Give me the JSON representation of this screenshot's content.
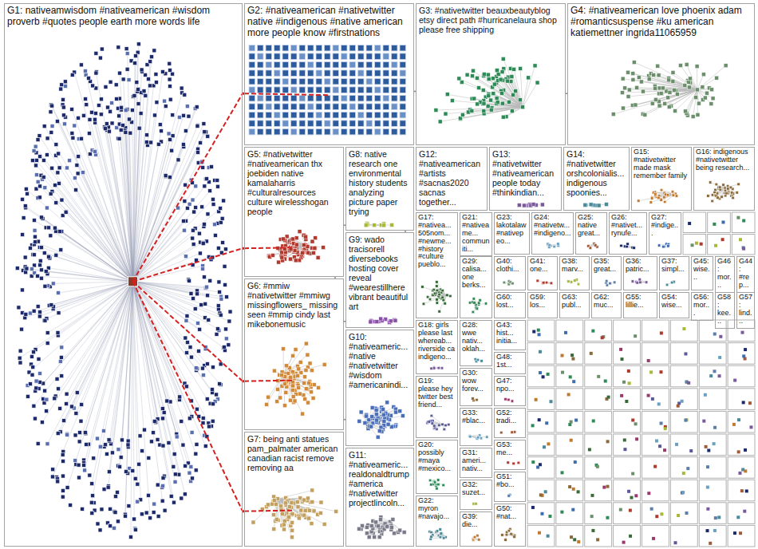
{
  "diagram": {
    "nodes": [
      {
        "text": [
          "G1: nativeamwisdom #nativeamerican #wisdom proverb #quotes people earth more words life"
        ]
      },
      {
        "text": [
          "G2: #nativeamerican #nativetwitter native #indigenous #native american more people know #firstnations"
        ]
      },
      {
        "text": [
          "G3: #nativetwitter beauxbeautyblog etsy direct path #hurricanelaura shop please free shipping"
        ]
      },
      {
        "text": [
          "G4: #nativeamerican love phoenix adam #romanticsuspense #ku american katiemettner ingrida11065959"
        ]
      },
      {
        "text": [
          "G5: #nativetwitter #nativeamerican thx joebiden native kamalaharris #culturalresources culture wirelesshogan people"
        ]
      },
      {
        "text": [
          "G8: native research one environmental history students analyzing picture paper trying"
        ]
      },
      {
        "text": [
          "G12: #nativeamerican #artists #sacnas2020 sacnas together..."
        ]
      },
      {
        "text": [
          "G13: #nativetwitter #nativeamerican people today #thinkindian..."
        ]
      },
      {
        "text": [
          "G14: #nativetwitter orshcolonialis... indigenous spoonies..."
        ]
      },
      {
        "text": [
          "G15: #nativetwitter made mask remember family"
        ]
      },
      {
        "text": [
          "G16: indigenous #nativetwitter being research..."
        ]
      },
      {
        "text": [
          "G17: #nativea... 505nom... #newme... #history #culture pueblo..."
        ]
      },
      {
        "text": [
          "G21: #nativeame... communiti..."
        ]
      },
      {
        "text": [
          "G23: lakotalaw #nativepeo..."
        ]
      },
      {
        "text": [
          "G24: #nativetw... #indigeno..."
        ]
      },
      {
        "text": [
          "G25: native great..."
        ]
      },
      {
        "text": [
          "G26: #nativet... rynufe..."
        ]
      },
      {
        "text": [
          "G27: #indige..."
        ]
      },
      {
        "text": [
          "G29: calisa... one berks..."
        ]
      },
      {
        "text": [
          "G40: clothi..."
        ]
      },
      {
        "text": [
          "G41: one..."
        ]
      },
      {
        "text": [
          "G38: marv..."
        ]
      },
      {
        "text": [
          "G35: great..."
        ]
      },
      {
        "text": [
          "G36: patric..."
        ]
      },
      {
        "text": [
          "G37: simpl..."
        ]
      },
      {
        "text": [
          "G45: wise..."
        ]
      },
      {
        "text": [
          "G46: mor..."
        ]
      },
      {
        "text": [
          "G44: #rep..."
        ]
      },
      {
        "text": [
          "G60: lost..."
        ]
      },
      {
        "text": [
          "G59: los..."
        ]
      },
      {
        "text": [
          "G63: publ..."
        ]
      },
      {
        "text": [
          "G62: muc..."
        ]
      },
      {
        "text": [
          "G55: lillie..."
        ]
      },
      {
        "text": [
          "G54: wise..."
        ]
      },
      {
        "text": [
          "G56: mor..."
        ]
      },
      {
        "text": [
          "G58: kee..."
        ]
      },
      {
        "text": [
          "G57: lind..."
        ]
      },
      {
        "text": [
          "G9: wado tracisorell diversebooks hosting cover reveal #wearestillhere vibrant beautiful art"
        ]
      },
      {
        "text": [
          "G6: #mmiw #nativetwitter #mmiwg missingflowers_ missing seen #mmip cindy last mikebonemusic"
        ]
      },
      {
        "text": [
          "G18: girls please last whereab... riverside ca indigeno..."
        ]
      },
      {
        "text": [
          "G28: wwe nativ... oklah..."
        ]
      },
      {
        "text": [
          "G43: hist... initia..."
        ]
      },
      {
        "text": [
          "G30: wow forev..."
        ]
      },
      {
        "text": [
          "G48: 1st..."
        ]
      },
      {
        "text": [
          "G47: npo..."
        ]
      },
      {
        "text": [
          "G19: please hey twitter best friend..."
        ]
      },
      {
        "text": [
          "G33: #blac..."
        ]
      },
      {
        "text": [
          "G52: tradi..."
        ]
      },
      {
        "text": [
          "G10: #nativeameric... #native #nativetwitter #wisdom #americanindi..."
        ]
      },
      {
        "text": [
          "G7: being anti statues pam_palmater american canadian racist remove removing aa"
        ]
      },
      {
        "text": [
          "G20: possibly #maya #mexico..."
        ]
      },
      {
        "text": [
          "G31: ameri... nativ..."
        ]
      },
      {
        "text": [
          "G53: me..."
        ]
      },
      {
        "text": [
          "G32: suzet..."
        ]
      },
      {
        "text": [
          "G51: #bo..."
        ]
      },
      {
        "text": [
          "G11: #nativeameric... realdonaldtrump #america #nativetwitter projectlincoln..."
        ]
      },
      {
        "text": [
          "G22: myron #navajo..."
        ]
      },
      {
        "text": [
          "G39: die..."
        ]
      },
      {
        "text": [
          "G50: #nat..."
        ]
      }
    ],
    "edges": [
      {
        "from": 0,
        "to": 1,
        "arrow": "none"
      },
      {
        "from": 0,
        "to": 4,
        "arrow": "none"
      },
      {
        "from": 0,
        "to": 38,
        "arrow": "none"
      },
      {
        "from": 0,
        "to": 49,
        "arrow": "none"
      },
      {
        "from": 1,
        "to": 2,
        "arrow": "none"
      },
      {
        "from": 2,
        "to": 3,
        "arrow": "none"
      },
      {
        "from": 4,
        "to": 5,
        "arrow": "none"
      },
      {
        "from": 4,
        "to": 38,
        "arrow": "none"
      },
      {
        "from": 38,
        "to": 37,
        "arrow": "none"
      },
      {
        "from": 38,
        "to": 48,
        "arrow": "none"
      },
      {
        "from": 5,
        "to": 37,
        "arrow": "none"
      }
    ]
  }
}
